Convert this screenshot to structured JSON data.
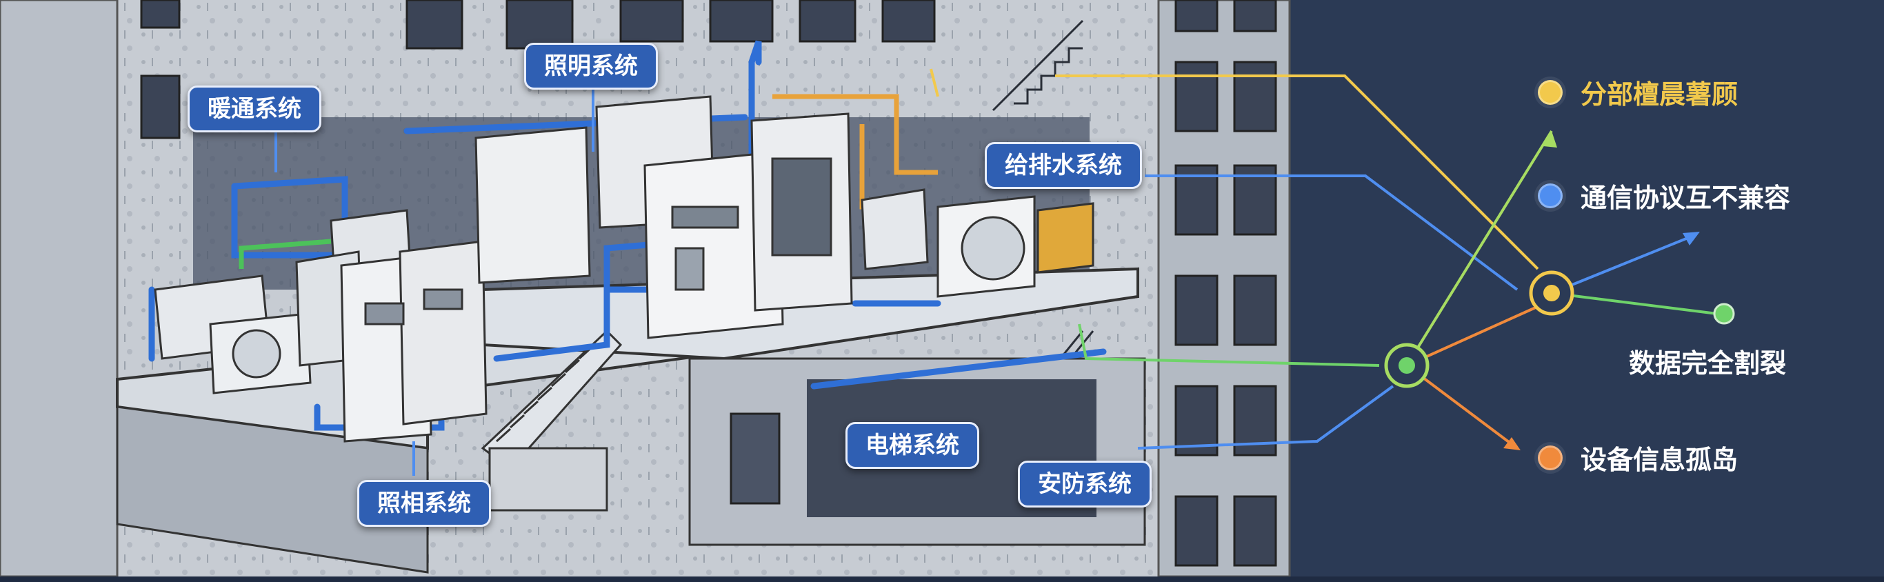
{
  "system_labels": {
    "hvac": "暖通系统",
    "lighting_top": "照明系统",
    "water": "给排水系统",
    "elevator": "电梯系统",
    "security": "安防系统",
    "lighting_bottom": "照相系统"
  },
  "issues": {
    "garbled": "分部檀晨薯顾",
    "protocol": "通信协议互不兼容",
    "data": "数据完全割裂",
    "island": "设备信息孤岛"
  },
  "colors": {
    "panel_bg": "#2b3a55",
    "label_bg": "#2f5fb3",
    "yellow": "#f2c94c",
    "blue": "#4f8ef0",
    "green": "#6fd36a",
    "orange": "#f08a3c",
    "concrete": "#c3c9d1"
  }
}
